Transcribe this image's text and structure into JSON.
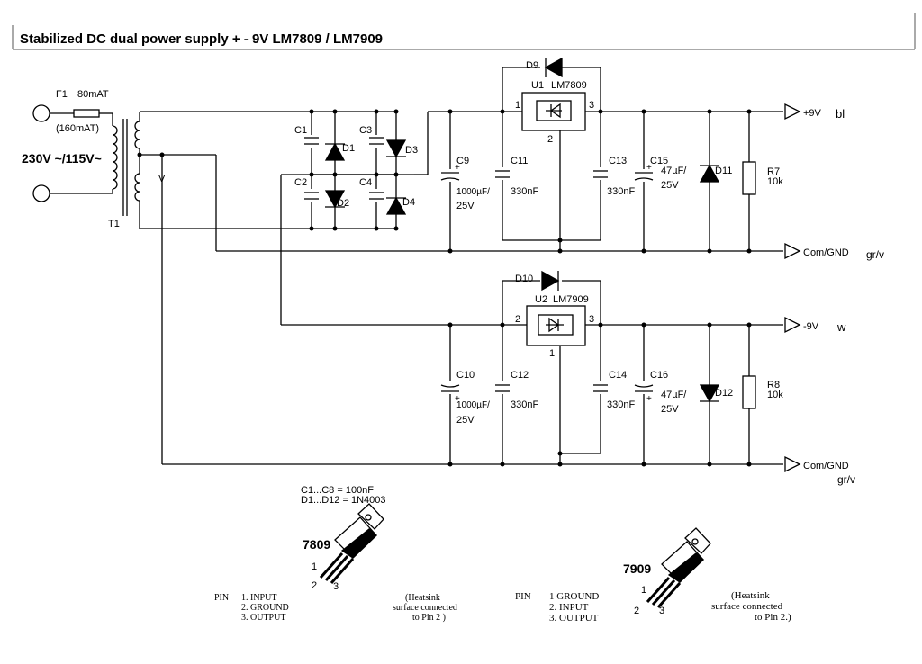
{
  "title": "Stabilized DC dual power supply + - 9V  LM7809 / LM7909",
  "fuse": {
    "ref": "F1",
    "value": "80mAT",
    "alt": "(160mAT)"
  },
  "mains": "230V ~/115V~",
  "transformer": {
    "ref": "T1",
    "v": "V"
  },
  "caps": {
    "c1": "C1",
    "c2": "C2",
    "c3": "C3",
    "c4": "C4",
    "c9": "C9",
    "c10": "C10",
    "c11": "C11",
    "c12": "C12",
    "c13": "C13",
    "c14": "C14",
    "c15": "C15",
    "c16": "C16"
  },
  "diodes": {
    "d1": "D1",
    "d2": "D2",
    "d3": "D3",
    "d4": "D4",
    "d9": "D9",
    "d10": "D10",
    "d11": "D11",
    "d12": "D12"
  },
  "values": {
    "big": "1000µF/",
    "big_v": "25V",
    "small": "330nF",
    "mid": "47µF/",
    "mid_v": "25V",
    "r": "10k"
  },
  "resistors": {
    "r7": "R7",
    "r8": "R8"
  },
  "regulators": {
    "u1": {
      "ref": "U1",
      "part": "LM7809",
      "pin_in": "1",
      "pin_out": "3",
      "pin_gnd": "2"
    },
    "u2": {
      "ref": "U2",
      "part": "LM7909",
      "pin_in": "2",
      "pin_out": "3",
      "pin_gnd": "1"
    }
  },
  "outputs": {
    "pos": "+9V",
    "pos_wire": "bl",
    "gnd1": "Com/GND",
    "gnd1_wire": "gr/v",
    "neg": "-9V",
    "neg_wire": "w",
    "gnd2": "Com/GND",
    "gnd2_wire": "gr/v"
  },
  "notes": {
    "caps": "C1...C8  = 100nF",
    "diodes": "D1...D12 = 1N4003"
  },
  "pkg7809": {
    "name": "7809",
    "pins": [
      "1",
      "2",
      "3"
    ],
    "pin_hdr": "PIN",
    "pin_list": [
      "1. INPUT",
      "2. GROUND",
      "3. OUTPUT"
    ],
    "heatsink": [
      "(Heatsink",
      "surface connected",
      "to Pin 2 )"
    ]
  },
  "pkg7909": {
    "name": "7909",
    "pins": [
      "1",
      "2",
      "3"
    ],
    "pin_hdr": "PIN",
    "pin_list": [
      "1  GROUND",
      "2. INPUT",
      "3. OUTPUT"
    ],
    "heatsink": [
      "(Heatsink",
      "surface connected",
      "to Pin 2.)"
    ]
  }
}
